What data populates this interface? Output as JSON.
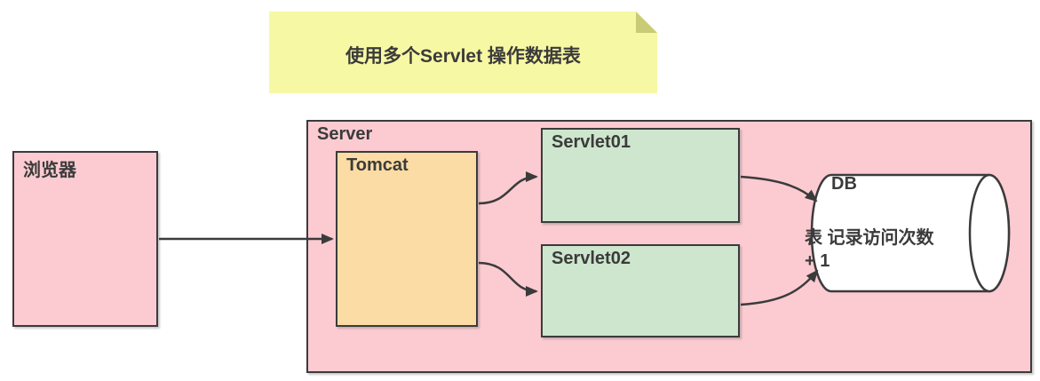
{
  "note": {
    "text": "使用多个Servlet 操作数据表"
  },
  "nodes": {
    "browser": {
      "label": "浏览器"
    },
    "server": {
      "label": "Server"
    },
    "tomcat": {
      "label": "Tomcat"
    },
    "servlet01": {
      "label": "Servlet01"
    },
    "servlet02": {
      "label": "Servlet02"
    },
    "db": {
      "label": "DB",
      "line1": "表 记录访问次数",
      "line2": "+ 1"
    }
  },
  "edges": [
    {
      "from": "browser",
      "to": "tomcat"
    },
    {
      "from": "tomcat",
      "to": "servlet01"
    },
    {
      "from": "tomcat",
      "to": "servlet02"
    },
    {
      "from": "servlet01",
      "to": "db"
    },
    {
      "from": "servlet02",
      "to": "db"
    }
  ],
  "colors": {
    "pink": "#fbcbd1",
    "orange": "#fbdca5",
    "green": "#cde6cd",
    "note-yellow": "#f7f8a3",
    "note-fold": "#c9cc74",
    "line": "#3b3b3b",
    "white": "#ffffff"
  }
}
